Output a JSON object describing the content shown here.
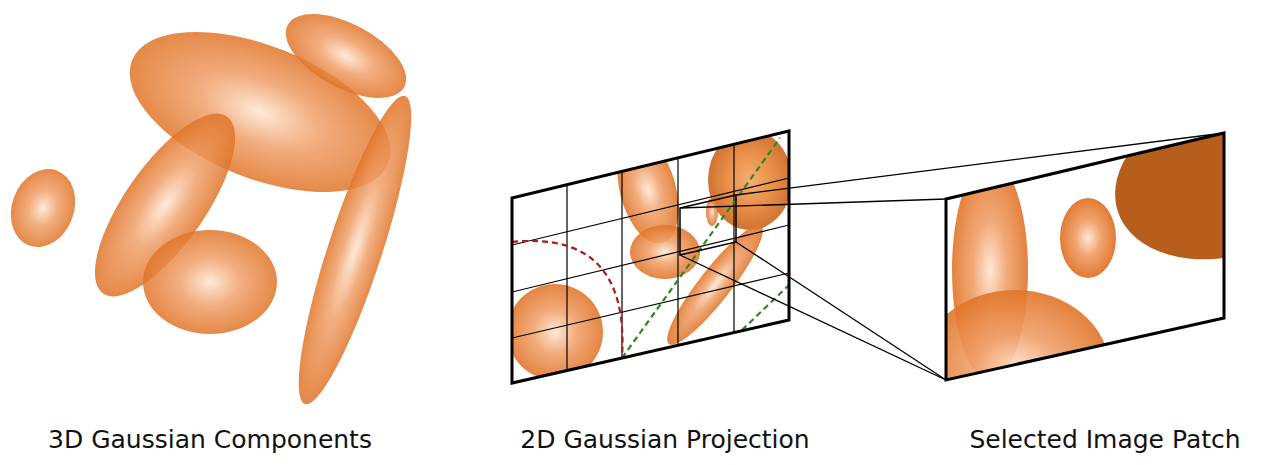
{
  "diagram": {
    "labels": [
      "3D Gaussian Components",
      "2D Gaussian Projection",
      "Selected Image Patch"
    ]
  }
}
